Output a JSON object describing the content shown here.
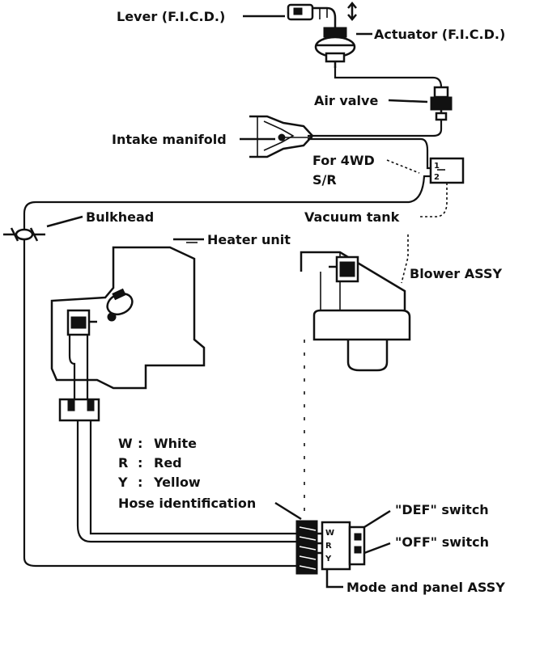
{
  "labels": {
    "lever": "Lever (F.I.C.D.)",
    "actuator": "Actuator (F.I.C.D.)",
    "air_valve": "Air valve",
    "intake_manifold": "Intake manifold",
    "for_4wd": "For 4WD",
    "sr": "S/R",
    "bulkhead": "Bulkhead",
    "vacuum_tank": "Vacuum tank",
    "heater_unit": "Heater unit",
    "blower_assy": "Blower ASSY",
    "def_switch": "\"DEF\" switch",
    "off_switch": "\"OFF\" switch",
    "mode_panel": "Mode and panel ASSY",
    "hose_identification": "Hose identification"
  },
  "legend": [
    {
      "code": "W",
      "sep": ":",
      "name": "White"
    },
    {
      "code": "R",
      "sep": ":",
      "name": "Red"
    },
    {
      "code": "Y",
      "sep": ":",
      "name": "Yellow"
    }
  ],
  "connector": {
    "pin1": "1",
    "pin2": "2"
  },
  "panel_letters": [
    "W",
    "R",
    "Y"
  ]
}
